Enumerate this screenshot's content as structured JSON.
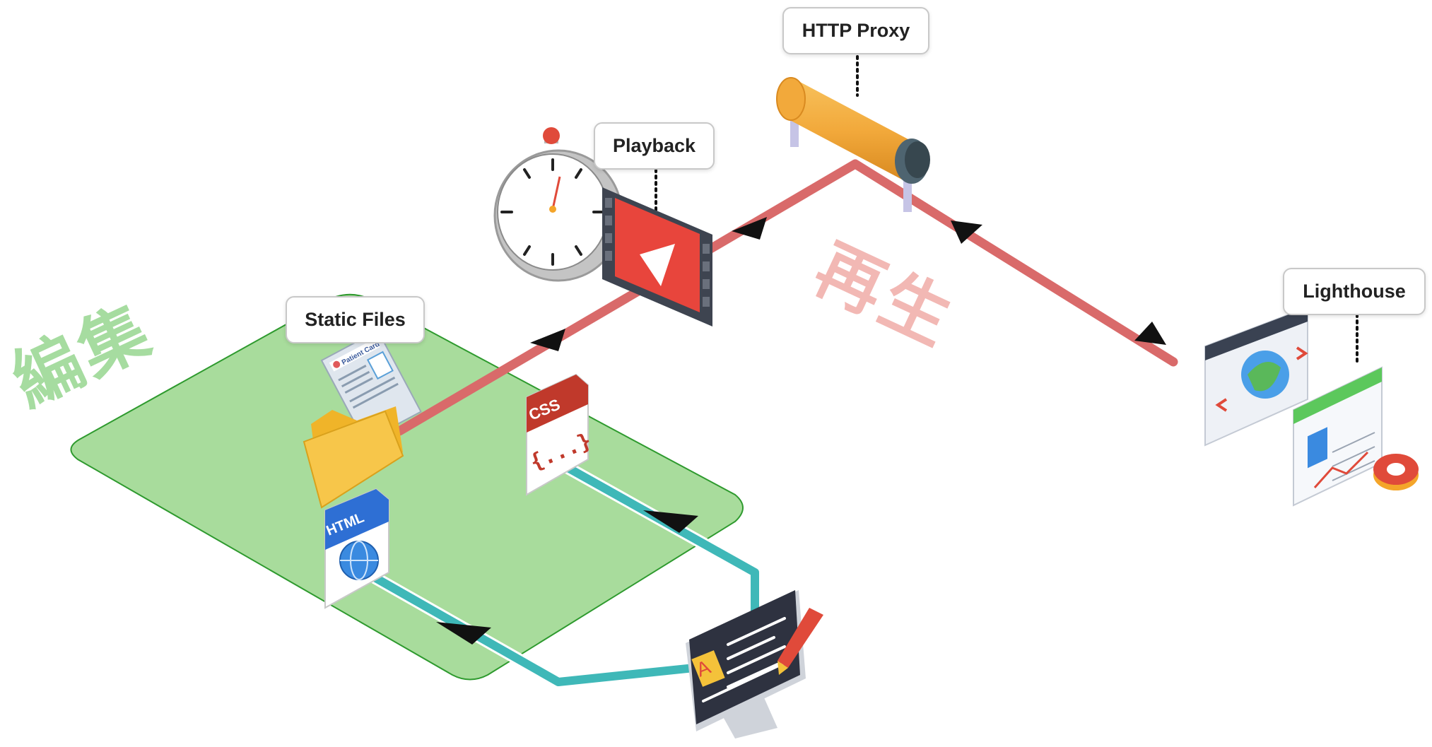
{
  "diagram": {
    "nodes": {
      "static_files": {
        "label": "Static Files",
        "icon": "folder-icon"
      },
      "playback": {
        "label": "Playback",
        "icon": "film-icon"
      },
      "http_proxy": {
        "label": "HTTP Proxy",
        "icon": "pipe-icon"
      },
      "lighthouse": {
        "label": "Lighthouse",
        "icon": "browser-report-icon"
      },
      "html_file": {
        "label": "HTML",
        "icon": "html-file-icon"
      },
      "css_file": {
        "label": "CSS",
        "icon": "css-file-icon",
        "glyph": "{...}"
      },
      "editor": {
        "icon": "code-editor-icon",
        "glyph": "A"
      },
      "patient_card": {
        "label": "Patient Card"
      }
    },
    "regions": {
      "edit": {
        "label": "編集",
        "color": "#a6dca0"
      },
      "replay": {
        "label": "再生",
        "color": "#f2b8b4"
      }
    },
    "colors": {
      "edit_flow": "#3fb8b8",
      "replay_flow": "#d96a6a",
      "edit_area": "#a8dc9c",
      "edit_area_border": "#2e9a2e"
    }
  }
}
